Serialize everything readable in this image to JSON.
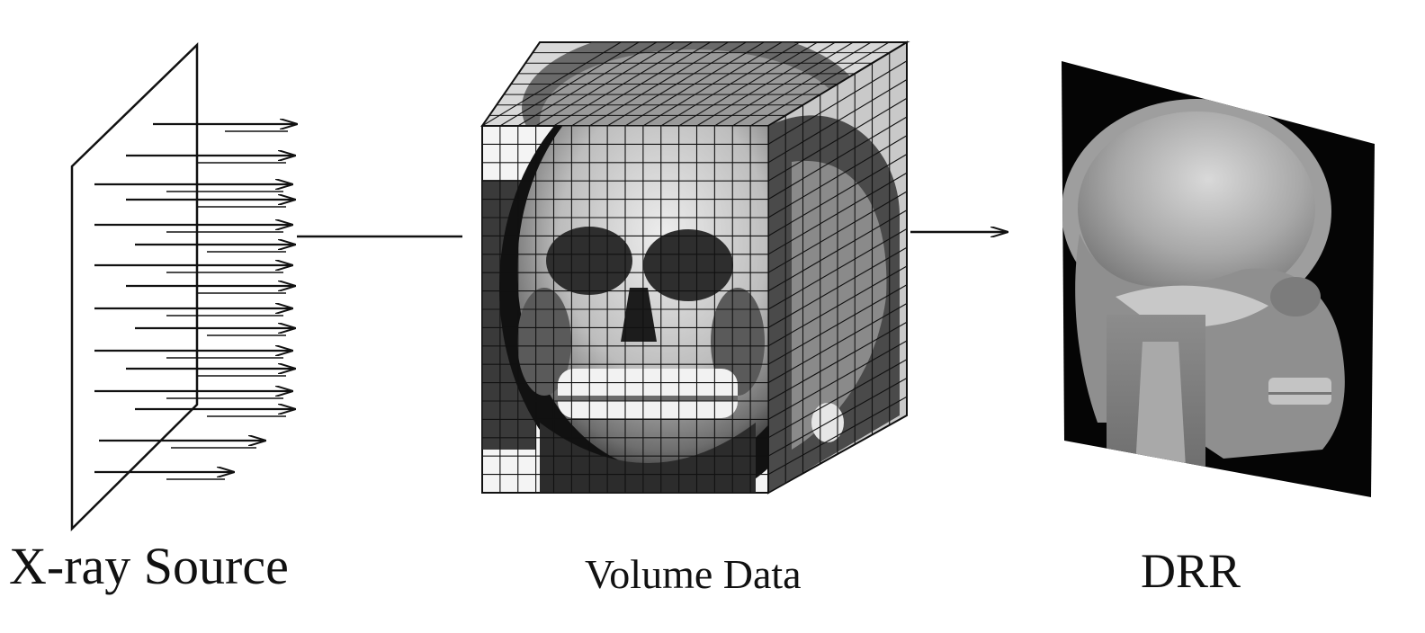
{
  "labels": {
    "source": "X-ray Source",
    "volume": "Volume Data",
    "drr": "DRR"
  },
  "colors": {
    "ink": "#111111",
    "background": "#ffffff",
    "drr_background": "#050505"
  }
}
